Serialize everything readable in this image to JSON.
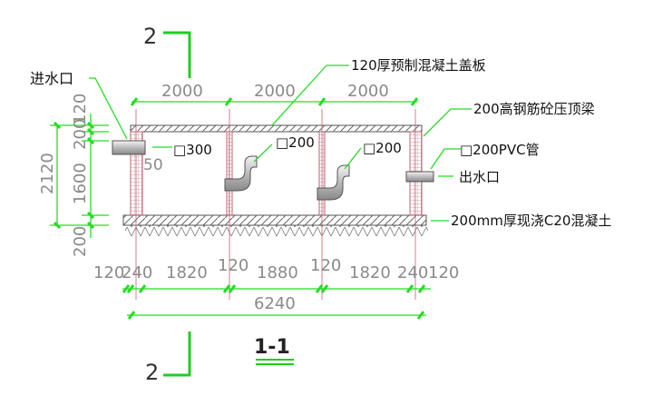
{
  "section_mark": {
    "top": "2",
    "bottom": "2",
    "title": "1-1"
  },
  "top_dims": [
    "2000",
    "2000",
    "2000"
  ],
  "bottom_dims": [
    "120",
    "240",
    "1820",
    "120",
    "1880",
    "120",
    "1820",
    "240",
    "120"
  ],
  "total_dim": "6240",
  "left_dims": {
    "total": "2120",
    "parts": [
      "120",
      "200",
      "1600",
      "200"
    ]
  },
  "inner_dim": "50",
  "labels": {
    "inlet": "进水口",
    "outlet": "出水口",
    "cover": "120厚预制混凝土盖板",
    "beam": "200高钢筋砼压顶梁",
    "inlet_pipe": "□300",
    "bend1": "□200",
    "bend2": "□200",
    "outlet_pipe": "□200PVC管",
    "base": "200mm厚现浇C20混凝土"
  },
  "colors": {
    "dim_line": "#22dd22",
    "wall": "#c06070"
  }
}
